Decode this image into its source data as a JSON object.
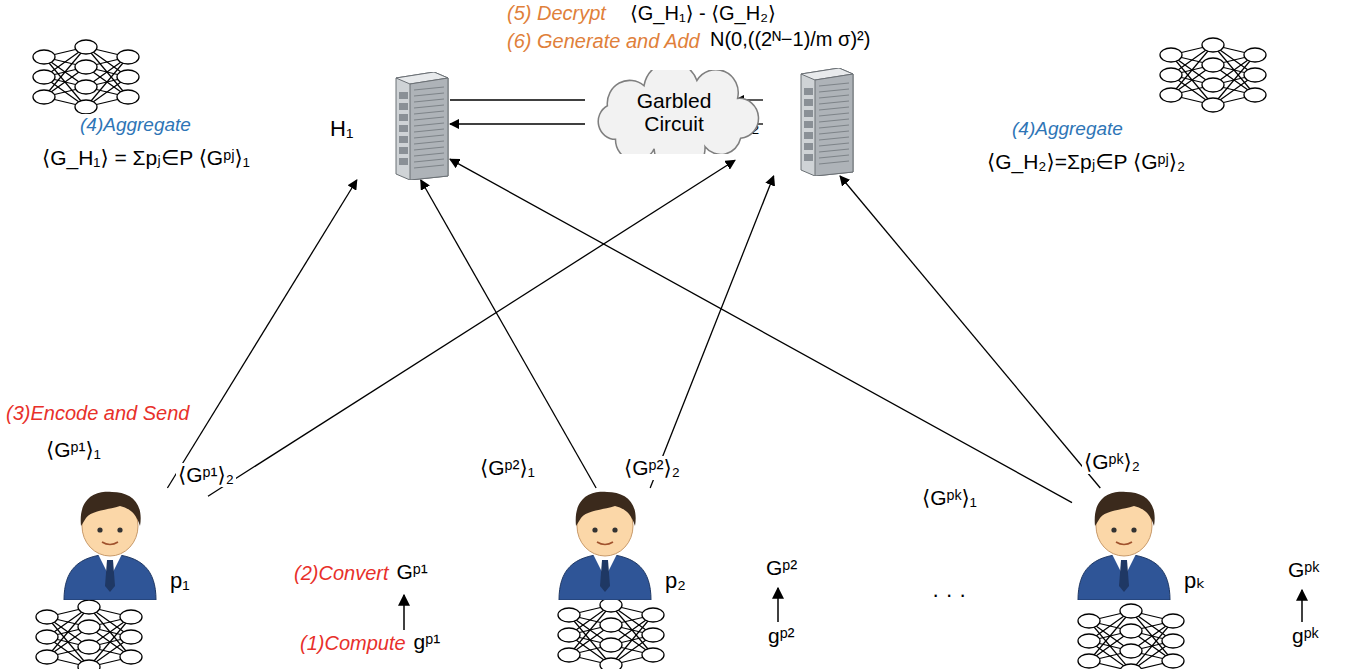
{
  "diagram": {
    "nodes": [
      {
        "text": [
          "H₁"
        ]
      },
      {
        "text": [
          "H₂"
        ]
      },
      {
        "text": [
          "Garbled Circuit"
        ]
      },
      {
        "text": [
          "p₁"
        ]
      },
      {
        "text": [
          "p₂"
        ]
      },
      {
        "text": [
          "pₖ"
        ]
      }
    ],
    "edges": [
      {
        "from": 3,
        "to": 0,
        "arrow": "to"
      },
      {
        "from": 3,
        "to": 1,
        "arrow": "to"
      },
      {
        "from": 4,
        "to": 0,
        "arrow": "to"
      },
      {
        "from": 4,
        "to": 1,
        "arrow": "to"
      },
      {
        "from": 5,
        "to": 0,
        "arrow": "to"
      },
      {
        "from": 5,
        "to": 1,
        "arrow": "to"
      },
      {
        "from": 0,
        "to": 2,
        "arrow": "none"
      },
      {
        "from": 2,
        "to": 1,
        "arrow": "to"
      },
      {
        "from": 1,
        "to": 2,
        "arrow": "none"
      },
      {
        "from": 2,
        "to": 0,
        "arrow": "to"
      }
    ],
    "labels": [
      "(5) Decrypt",
      "⟨G_H₁⟩ - ⟨G_H₂⟩",
      "(6) Generate and Add",
      "N(0,((2ᴺ−1)/m σ)²)",
      "(4)Aggregate",
      "⟨G_H₁⟩ = Σpⱼ∈P ⟨Gᵖʲ⟩₁",
      "(4)Aggregate",
      "⟨G_H₂⟩=Σpⱼ∈P ⟨Gᵖʲ⟩₂",
      "(3)Encode and Send",
      "⟨Gᵖ¹⟩₁",
      "⟨Gᵖ¹⟩₂",
      "⟨Gᵖ²⟩₁",
      "⟨Gᵖ²⟩₂",
      "⟨Gᵖᵏ⟩₁",
      "⟨Gᵖᵏ⟩₂",
      "(2)Convert",
      "Gᵖ¹",
      "(1)Compute",
      "gᵖ¹",
      "Gᵖ²",
      "gᵖ²",
      "Gᵖᵏ",
      "gᵖᵏ",
      "· · ·"
    ]
  }
}
